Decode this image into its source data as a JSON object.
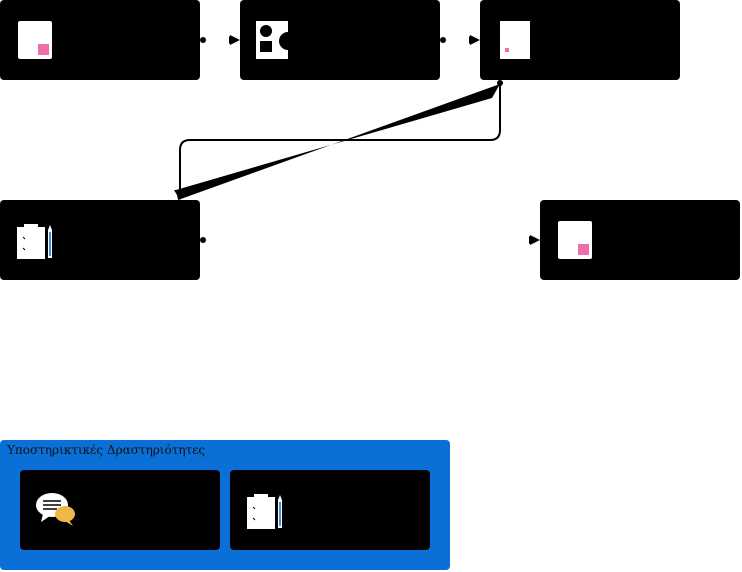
{
  "colors": {
    "node": "#000000",
    "group": "#0a6fd6",
    "accent_pink": "#f06ea8",
    "page_white": "#ffffff"
  },
  "nodes": [
    {
      "id": "n1",
      "icon": "document-icon"
    },
    {
      "id": "n2",
      "icon": "shapes-icon"
    },
    {
      "id": "n3",
      "icon": "document-icon"
    },
    {
      "id": "n4",
      "icon": "clipboard-icon"
    },
    {
      "id": "n5",
      "icon": "document-icon"
    }
  ],
  "support_group": {
    "title": "Υποστηρικτικές Δραστηριότητες",
    "items": [
      {
        "id": "s1",
        "icon": "chat-bubbles-icon"
      },
      {
        "id": "s2",
        "icon": "clipboard-icon"
      }
    ]
  }
}
